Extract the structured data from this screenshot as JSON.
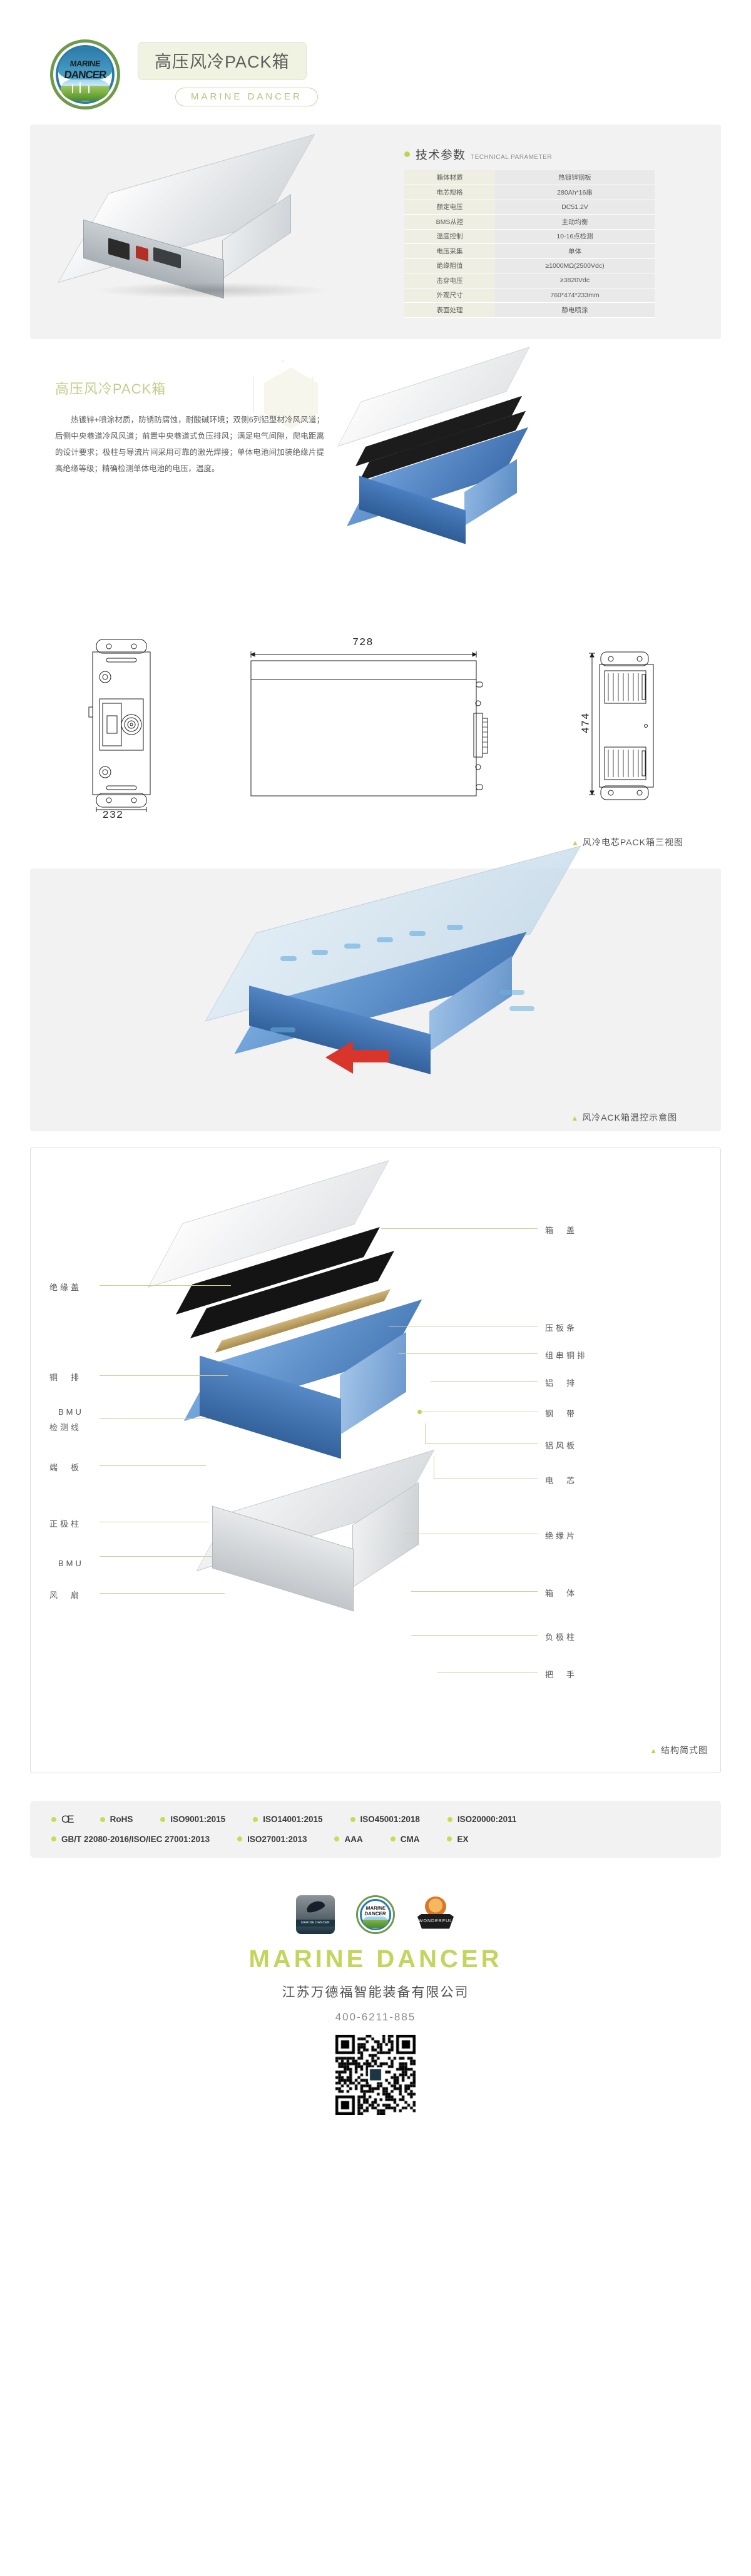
{
  "header": {
    "logo_text_line1": "MARINE",
    "logo_text_line2": "DANCER",
    "title": "高压风冷PACK箱",
    "subtitle": "MARINE DANCER"
  },
  "spec_section": {
    "heading_cn": "技术参数",
    "heading_en": "TECHNICAL PARAMETER",
    "rows": [
      {
        "key": "箱体材质",
        "value": "热镀锌钢板"
      },
      {
        "key": "电芯规格",
        "value": "280Ah*16串"
      },
      {
        "key": "额定电压",
        "value": "DC51.2V"
      },
      {
        "key": "BMS从控",
        "value": "主动均衡"
      },
      {
        "key": "温度控制",
        "value": "10-16点检测"
      },
      {
        "key": "电压采集",
        "value": "单体"
      },
      {
        "key": "绝缘阻值",
        "value": "≥1000MΩ(2500Vdc)"
      },
      {
        "key": "击穿电压",
        "value": "≥3820Vdc"
      },
      {
        "key": "外观尺寸",
        "value": "760*474*233mm"
      },
      {
        "key": "表面处理",
        "value": "静电喷涂"
      }
    ]
  },
  "feature_section": {
    "title": "高压风冷PACK箱",
    "body": "热镀锌+喷涂材质，防锈防腐蚀，耐酸碱环境；双侧6列铝型材冷风风道；后侧中央巷道冷风风道；前置中央巷道式负压排风；满足电气间隙，爬电距离的设计要求；极柱与导流片间采用可靠的激光焊接；单体电池间加装绝缘片提高绝缘等级；精确检测单体电池的电压，温度。"
  },
  "drawing_section": {
    "dim_width": "728",
    "dim_height": "474",
    "dim_depth": "232",
    "caption": "风冷电芯PACK箱三视图",
    "caption_marker": "▲"
  },
  "thermal_section": {
    "caption": "风冷ACK箱温控示意图",
    "caption_marker": "▲"
  },
  "structure_section": {
    "caption": "结构简式图",
    "caption_marker": "▲",
    "labels_left": [
      {
        "text": "绝缘盖"
      },
      {
        "text": "铜　排"
      },
      {
        "text": "BMU"
      },
      {
        "text": "检测线"
      },
      {
        "text": "端　板"
      },
      {
        "text": "正极柱"
      },
      {
        "text": "BMU"
      },
      {
        "text": "风　扇"
      }
    ],
    "labels_right": [
      {
        "text": "箱　盖"
      },
      {
        "text": "压板条"
      },
      {
        "text": "组串铜排"
      },
      {
        "text": "铝　排"
      },
      {
        "text": "钢　带"
      },
      {
        "text": "铝风板"
      },
      {
        "text": "电　芯"
      },
      {
        "text": "绝缘片"
      },
      {
        "text": "箱　体"
      },
      {
        "text": "负极柱"
      },
      {
        "text": "把　手"
      }
    ]
  },
  "certifications": {
    "row1": [
      "CE",
      "RoHS",
      "ISO9001:2015",
      "ISO14001:2015",
      "ISO45001:2018",
      "ISO20000:2011"
    ],
    "row2": [
      "GB/T 22080-2016/ISO/IEC 27001:2013",
      "ISO27001:2013",
      "AAA",
      "CMA",
      "EX"
    ]
  },
  "footer": {
    "logo_square_caption": "MARINE DANCER",
    "logo_oval_line1": "MARINE",
    "logo_oval_line2": "DANCER",
    "logo_ribbon_text": "WONDERFUL",
    "brand": "MARINE DANCER",
    "company": "江苏万德福智能装备有限公司",
    "phone": "400-6211-885"
  },
  "colors": {
    "accent_green": "#c2d44f",
    "brand_green": "#c4d45c",
    "panel_gray": "#f2f2f2",
    "spec_key_bg": "#eeefe2",
    "spec_val_bg": "#e9e9e9",
    "lead_line": "#cfcd9e"
  }
}
